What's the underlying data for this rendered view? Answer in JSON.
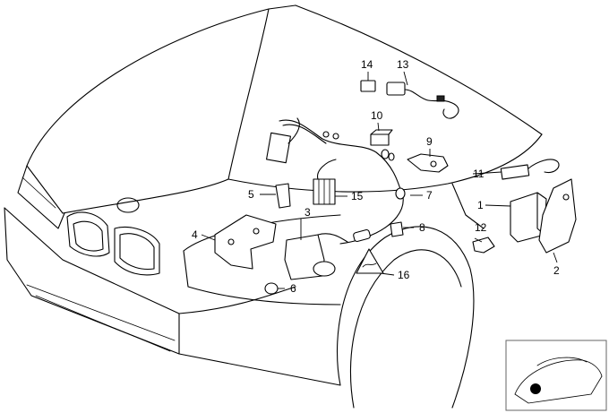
{
  "callouts": [
    {
      "id": "label-1",
      "text": "1"
    },
    {
      "id": "label-2",
      "text": "2"
    },
    {
      "id": "label-3",
      "text": "3"
    },
    {
      "id": "label-4",
      "text": "4"
    },
    {
      "id": "label-5",
      "text": "5"
    },
    {
      "id": "label-6",
      "text": "6"
    },
    {
      "id": "label-7",
      "text": "7"
    },
    {
      "id": "label-8",
      "text": "8"
    },
    {
      "id": "label-9",
      "text": "9"
    },
    {
      "id": "label-10",
      "text": "10"
    },
    {
      "id": "label-11",
      "text": "11"
    },
    {
      "id": "label-12",
      "text": "12"
    },
    {
      "id": "label-13",
      "text": "13"
    },
    {
      "id": "label-14",
      "text": "14"
    },
    {
      "id": "label-15",
      "text": "15"
    },
    {
      "id": "label-16",
      "text": "16"
    }
  ],
  "thumbnail": {
    "dot_color": "#000000"
  }
}
